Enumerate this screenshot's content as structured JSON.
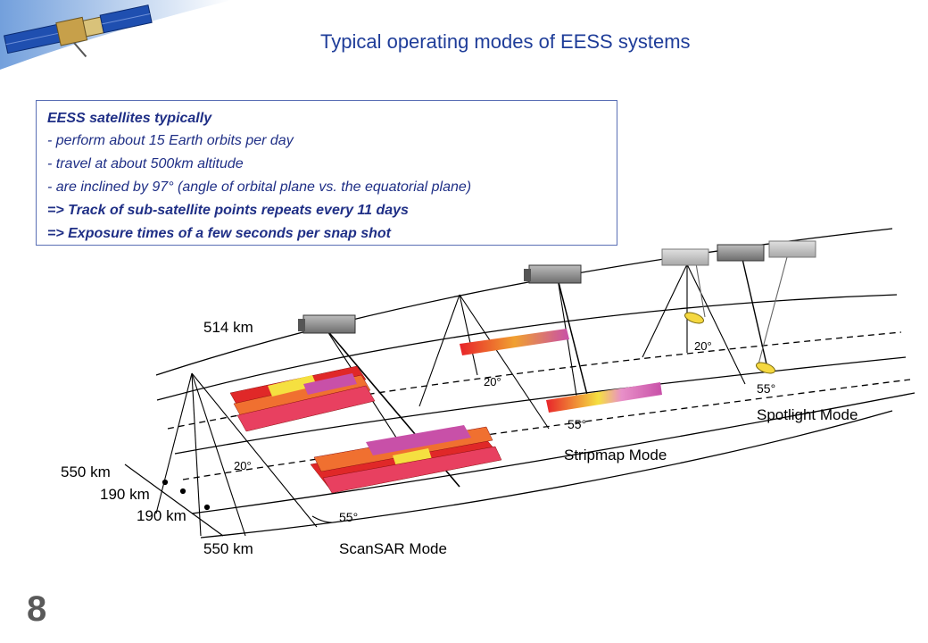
{
  "title": "Typical operating modes of EESS systems",
  "info_box": {
    "heading": "EESS satellites typically",
    "bullets": [
      "- perform about 15 Earth orbits per day",
      "- travel at about 500km altitude",
      "- are inclined by 97° (angle of orbital plane vs. the equatorial plane)"
    ],
    "conclusions": [
      "=> Track of sub-satellite points repeats every 11 days",
      "=> Exposure times of a few seconds per snap shot"
    ]
  },
  "diagram": {
    "altitude_label": "514 km",
    "angle_labels": {
      "scansar_20": "20°",
      "scansar_55": "55°",
      "strip_20": "20°",
      "strip_55": "55°",
      "spot_20": "20°",
      "spot_55": "55°"
    },
    "distance_labels": [
      "550 km",
      "190 km",
      "190 km",
      "550 km"
    ],
    "modes": [
      "ScanSAR Mode",
      "Stripmap Mode",
      "Spotlight Mode"
    ]
  },
  "page_number": "8",
  "colors": {
    "title": "#1f3d99",
    "box_text": "#1f2f86",
    "box_border": "#5a6fb5"
  }
}
